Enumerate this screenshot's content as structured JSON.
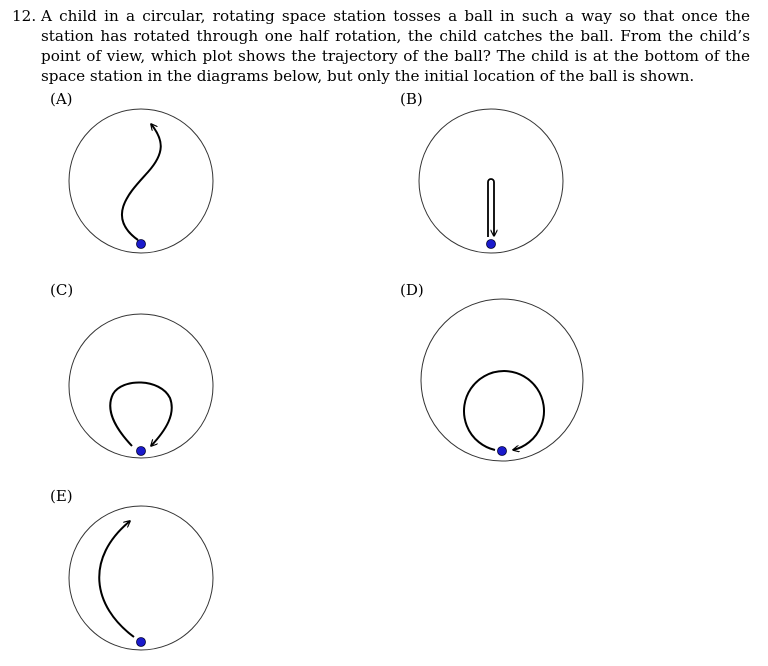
{
  "question": {
    "number": "12.",
    "text": "A child in a circular, rotating space station tosses a ball in such a way so that once the station has rotated through one half rotation, the child catches the ball. From the child’s point of view, which plot shows the trajectory of the ball? The child is at the bottom of the space station in the diagrams below, but only the initial location of the ball is shown."
  },
  "options": [
    {
      "label": "(A)"
    },
    {
      "label": "(B)"
    },
    {
      "label": "(C)"
    },
    {
      "label": "(D)"
    },
    {
      "label": "(E)"
    }
  ],
  "colors": {
    "ball": "#1a1acc",
    "stroke": "#000000",
    "circle": "#333333"
  }
}
